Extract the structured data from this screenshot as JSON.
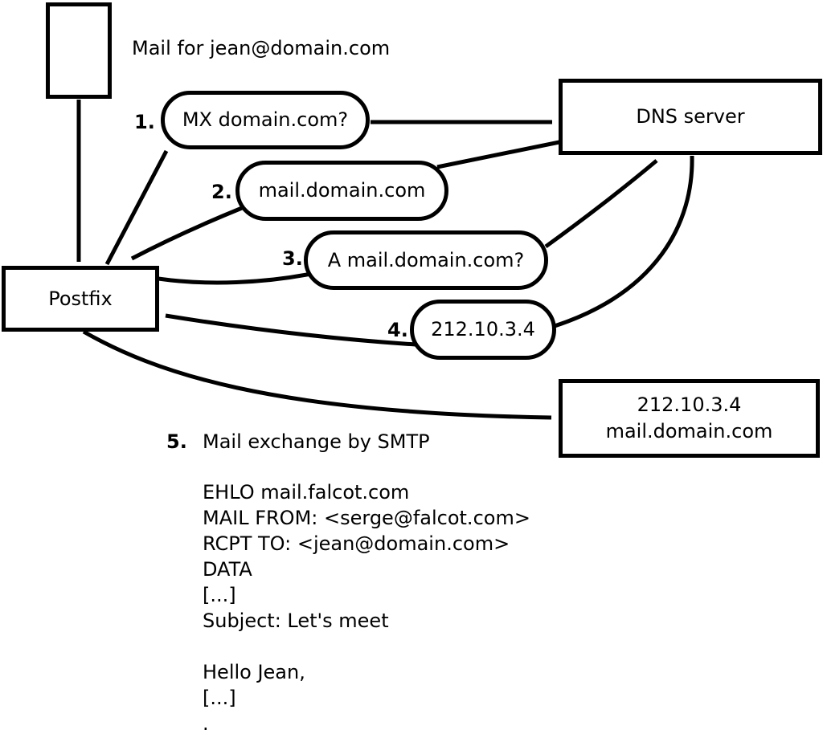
{
  "colors": {
    "ink": "#000000",
    "background": "#ffffff"
  },
  "title": "Mail for jean@domain.com",
  "nodes": {
    "dns": {
      "label": "DNS server"
    },
    "postfix": {
      "label": "Postfix"
    },
    "mail_server": {
      "line1": "212.10.3.4",
      "line2": "mail.domain.com"
    }
  },
  "steps": [
    {
      "num": "1.",
      "label": "MX domain.com?"
    },
    {
      "num": "2.",
      "label": "mail.domain.com"
    },
    {
      "num": "3.",
      "label": "A mail.domain.com?"
    },
    {
      "num": "4.",
      "label": "212.10.3.4"
    },
    {
      "num": "5.",
      "label": "Mail exchange by SMTP"
    }
  ],
  "smtp_session": "EHLO mail.falcot.com\nMAIL FROM: <serge@falcot.com>\nRCPT TO: <jean@domain.com>\nDATA\n[...]\nSubject: Let's meet\n\nHello Jean,\n[...]\n."
}
